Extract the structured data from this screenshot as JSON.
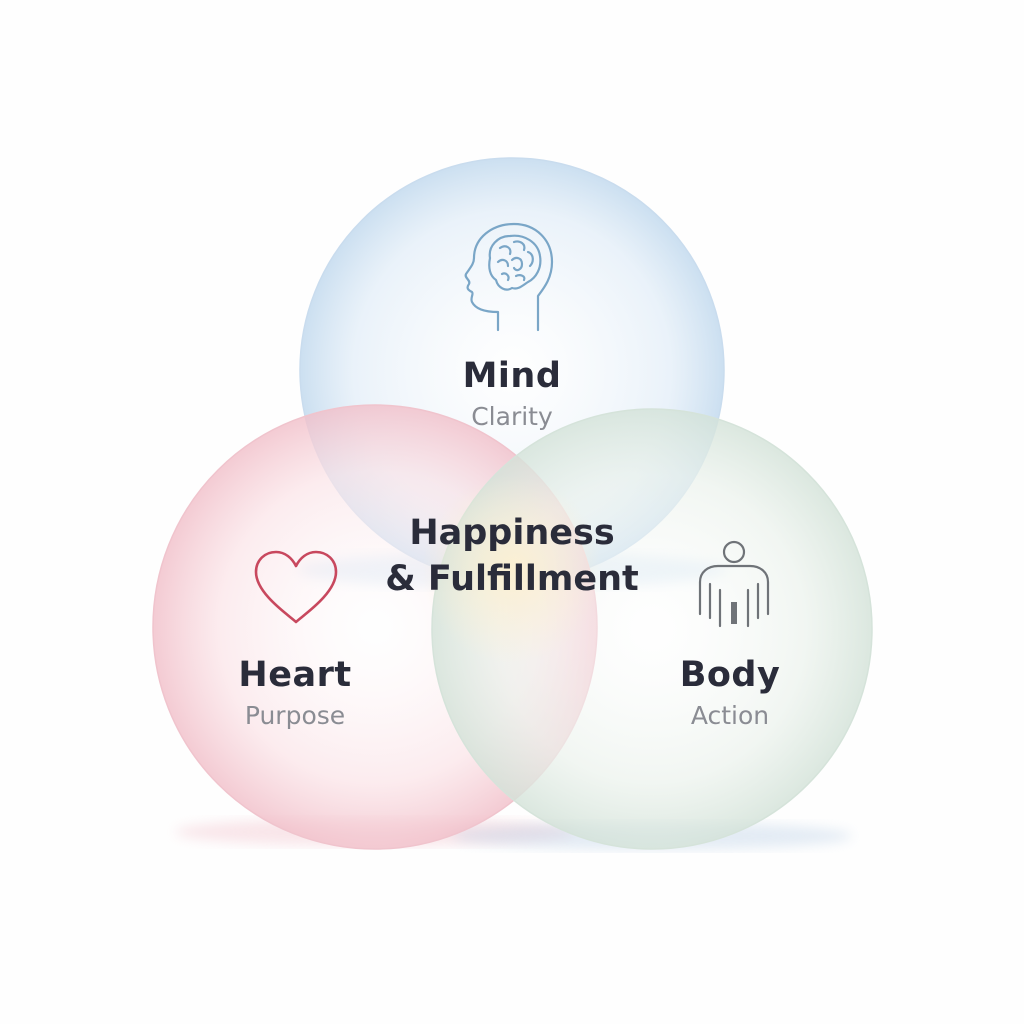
{
  "diagram": {
    "center": {
      "line1": "Happiness",
      "line2": "& Fulfillment"
    },
    "circles": [
      {
        "id": "mind",
        "title": "Mind",
        "subtitle": "Clarity",
        "icon": "brain-head-icon",
        "color": "#bcd7ee"
      },
      {
        "id": "heart",
        "title": "Heart",
        "subtitle": "Purpose",
        "icon": "heart-icon",
        "color": "#f0b9c4"
      },
      {
        "id": "body",
        "title": "Body",
        "subtitle": "Action",
        "icon": "person-icon",
        "color": "#cfe0d6"
      }
    ]
  },
  "colors": {
    "mind": "#bcd7ee",
    "heart": "#f0b9c4",
    "body": "#cfe0d6",
    "center_glow": "#fbe7b6",
    "icon_stroke_mind": "#7aa6c7",
    "icon_stroke_heart": "#c8485e",
    "icon_stroke_body": "#6f7378"
  }
}
